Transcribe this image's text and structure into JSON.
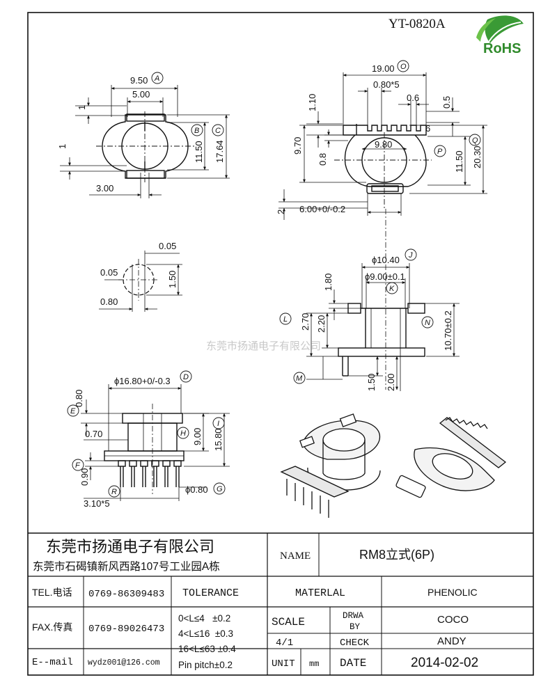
{
  "part_number": "YT-0820A",
  "rohs_label": "RoHS",
  "watermark": "东莞市扬通电子有限公司",
  "dims": {
    "d_9_50": "9.50",
    "d_5_00": "5.00",
    "d_1a": "1",
    "d_1b": "1",
    "d_11_50a": "11.50",
    "d_17_64": "17.64",
    "d_3_00": "3.00",
    "d_19_00": "19.00",
    "d_0_80x5": "0.80*5",
    "d_0_6": "0.6",
    "d_0_5": "0.5",
    "d_1_10": "1.10",
    "d_6": "6",
    "d_9_70": "9.70",
    "d_9_80": "9.80",
    "d_0_8": "0.8",
    "d_11_50b": "11.50",
    "d_20_30": "20.30",
    "d_2": "2",
    "d_6_00": "6.00+0/-0.2",
    "d_0_05a": "0.05",
    "d_0_05b": "0.05",
    "d_1_50": "1.50",
    "d_0_80a": "0.80",
    "d_phi10_40": "ϕ10.40",
    "d_phi9_00": "ϕ9.00±0.1",
    "d_1_80": "1.80",
    "d_2_70": "2.70",
    "d_2_20": "2.20",
    "d_10_70": "10.70±0.2",
    "d_1_50b": "1.50",
    "d_2_00": "2.00",
    "d_phi16_80": "ϕ16.80+0/-0.3",
    "d_0_80b": "0.80",
    "d_0_70": "0.70",
    "d_9_00": "9.00",
    "d_15_80": "15.80",
    "d_0_90": "0.90",
    "d_phi0_80": "ϕ0.80",
    "d_3_10x5": "3.10*5"
  },
  "markers": {
    "A": "A",
    "B": "B",
    "C": "C",
    "D": "D",
    "E": "E",
    "F": "F",
    "G": "G",
    "H": "H",
    "I": "I",
    "J": "J",
    "K": "K",
    "L": "L",
    "M": "M",
    "N": "N",
    "O": "O",
    "P": "P",
    "Q": "Q",
    "R": "R"
  },
  "title_block": {
    "company_name": "东莞市扬通电子有限公司",
    "company_address": "东莞市石碣镇新风西路107号工业园A栋",
    "tel_label": "TEL.电话",
    "tel_value": "0769-86309483",
    "fax_label": "FAX.传真",
    "fax_value": "0769-89026473",
    "email_label": "E--mail",
    "email_value": "wydz001@126.com",
    "tolerance_label": "TOLERANCE",
    "tol_1": "0<L≤4   ±0.2",
    "tol_2": "4<L≤16  ±0.3",
    "tol_3": "16<L≤63 ±0.4",
    "tol_4": "Pin pitch±0.2",
    "name_label": "NAME",
    "name_value": "RM8立式(6P)",
    "material_label": "MATERLAL",
    "material_value": "PHENOLIC",
    "scale_label": "SCALE",
    "scale_value": "4/1",
    "unit_label": "UNIT",
    "unit_value": "mm",
    "drwa_label_1": "DRWA",
    "drwa_label_2": "BY",
    "drwa_value": "COCO",
    "check_label": "CHECK",
    "check_value": "ANDY",
    "date_label": "DATE",
    "date_value": "2014-02-02"
  }
}
